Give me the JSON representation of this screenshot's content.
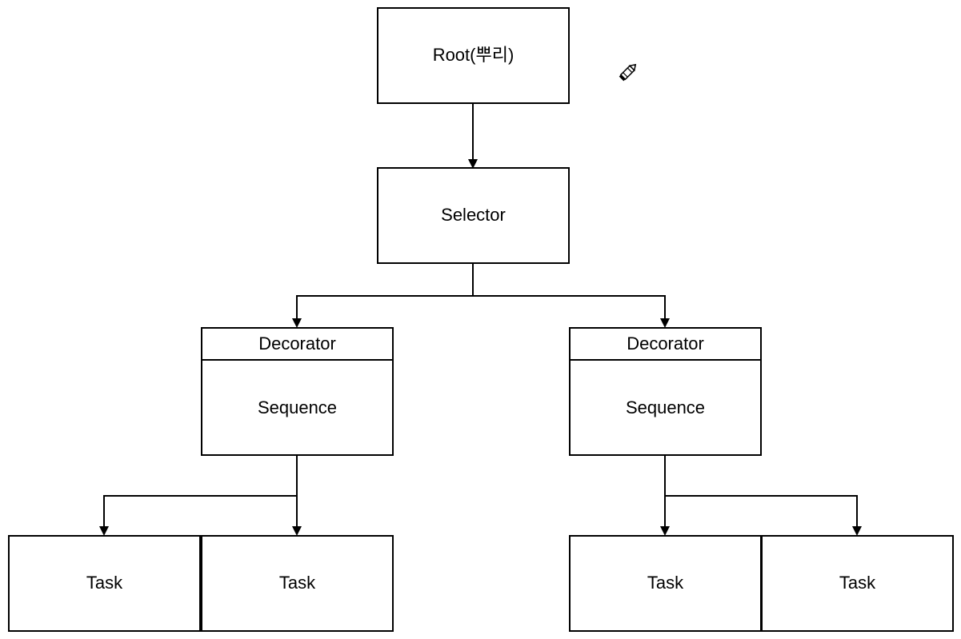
{
  "diagram": {
    "nodes": {
      "root": {
        "label": "Root(뿌리)"
      },
      "selector": {
        "label": "Selector"
      },
      "decorator_left": {
        "title": "Decorator",
        "body": "Sequence"
      },
      "decorator_right": {
        "title": "Decorator",
        "body": "Sequence"
      },
      "tasks": [
        {
          "label": "Task"
        },
        {
          "label": "Task"
        },
        {
          "label": "Task"
        },
        {
          "label": "Task"
        }
      ]
    },
    "icon": {
      "name": "pencil-icon"
    },
    "colors": {
      "stroke": "#000000",
      "fill": "#ffffff"
    }
  }
}
